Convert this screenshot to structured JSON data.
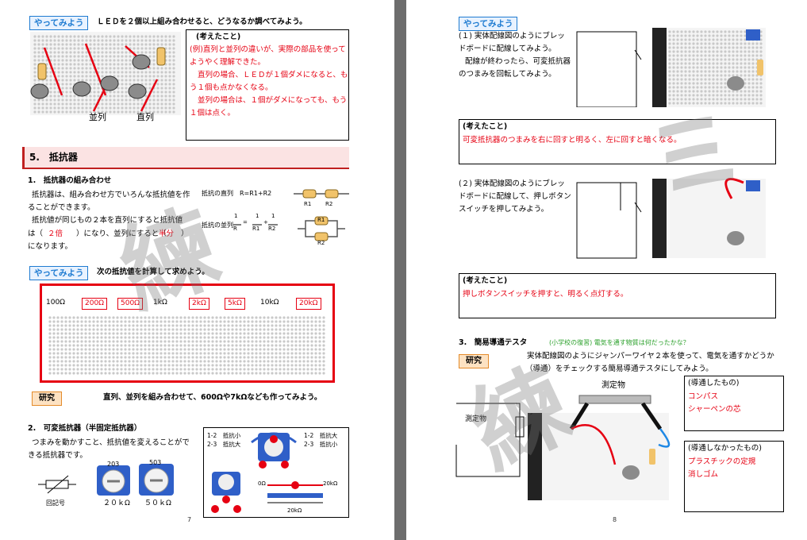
{
  "p7": {
    "try1_tag": "やってみよう",
    "try1_text": "ＬＥＤを２個以上組み合わせると、どうなるか調べてみよう。",
    "think_title": "(考えたこと)",
    "think_lines": [
      "(例)直列と並列の違いが、実際の部品を使って",
      "ようやく理解できた。",
      "直列の場合、ＬＥＤが１個ダメになると、も",
      "う１個も点かなくなる。",
      "並列の場合は、１個がダメになっても、もう",
      "１個は点く。"
    ],
    "series_label": "並列",
    "parallel_label": "直列",
    "section5": "5.　抵抗器",
    "s1_title": "1.　抵抗器の組み合わせ",
    "s1_lines": [
      "抵抗器は、組み合わせ方でいろんな抵抗値を作",
      "ることができます。",
      "抵抗値が同じもの２本を直列にすると抵抗値",
      "は（",
      "）になり、並列にすると（",
      "）",
      "になります。"
    ],
    "s1_ans1": "２倍",
    "s1_ans2": "半分",
    "formula_series": "抵抗の直列　R=R1+R2",
    "formula_parallel": "抵抗の並列",
    "f_one": "1",
    "f_R": "R",
    "f_R1": "R1",
    "f_R2": "R2",
    "f_eq": "=",
    "f_plus": "+",
    "r1": "R1",
    "r2": "R2",
    "try2_tag": "やってみよう",
    "try2_text": "次の抵抗値を計算して求めよう。",
    "values": [
      "100Ω",
      "200Ω",
      "500Ω",
      "1kΩ",
      "2kΩ",
      "5kΩ",
      "10kΩ",
      "20kΩ"
    ],
    "research_tag": "研究",
    "research_text": "直列、並列を組み合わせて、600Ωや7kΩなども作ってみよう。",
    "s2_title": "2.　可変抵抗器（半固定抵抗器）",
    "s2_lines": [
      "つまみを動かすこと、抵抗値を変えることがで",
      "きる抵抗器です。"
    ],
    "symbol_label": "回記号",
    "vr1": "２０ｋΩ",
    "vr2": "５０ｋΩ",
    "vr1_mark": "203",
    "vr2_mark": "503",
    "d_l1": "1-2　抵抗小",
    "d_l2": "2-3　抵抗大",
    "d_r1": "1-2　抵抗大",
    "d_r2": "2-3　抵抗小",
    "d_0": "0Ω",
    "d_20": "20kΩ",
    "d_20b": "20kΩ",
    "page_num": "7"
  },
  "p8": {
    "try_tag": "やってみよう",
    "t1_lines": [
      "(１) 実体配線図のようにブレッ",
      "ドボードに配線してみよう。",
      "配線が終わったら、可変抵抗器",
      "のつまみを回転してみよう。"
    ],
    "think1_title": "(考えたこと)",
    "think1_text": "可変抵抗器のつまみを右に回すと明るく、左に回すと暗くなる。",
    "t2_lines": [
      "(２) 実体配線図のようにブレッ",
      "ドボードに配線して、押しボタン",
      "スイッチを押してみよう。"
    ],
    "think2_title": "(考えたこと)",
    "think2_text": "押しボタンスイッチを押すと、明るく点灯する。",
    "s3_title": "3.　簡易導通テスタ",
    "s3_note": "(小学校の復習) 電気を通す物質は何だったかな？",
    "research_tag": "研究",
    "s3_lines": [
      "実体配線図のようにジャンパーワイヤ２本を使って、電気を通すかどうか",
      "（導通）をチェックする簡易導通テスタにしてみよう。"
    ],
    "dut_label": "測定物",
    "dut_label2": "測定物",
    "cond_title": "(導通したもの)",
    "cond_items": [
      "コンパス",
      "シャーペンの芯"
    ],
    "noncond_title": "(導通しなかったもの)",
    "noncond_items": [
      "プラスチックの定規",
      "消しゴム"
    ],
    "page_num": "8"
  }
}
